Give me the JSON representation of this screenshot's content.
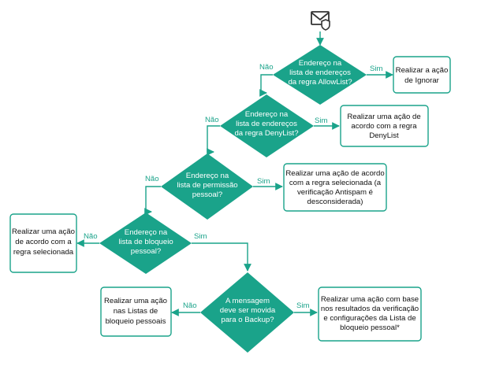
{
  "colors": {
    "teal": "#1aa38a",
    "box_border": "#1aa38a",
    "icon": "#333333"
  },
  "start_icon": "mail-shield-icon",
  "decisions": {
    "d1": [
      "Endereço na",
      "lista de endereços",
      "da regra AllowList?"
    ],
    "d2": [
      "Endereço na",
      "lista de endereços",
      "da regra DenyList?"
    ],
    "d3": [
      "Endereço na",
      "lista de permissão",
      "pessoal?"
    ],
    "d4": [
      "Endereço na",
      "lista de bloqueio",
      "pessoal?"
    ],
    "d5": [
      "A mensagem",
      "deve ser movida",
      "para o Backup?"
    ]
  },
  "actions": {
    "a1": [
      "Realizar a ação",
      "de Ignorar"
    ],
    "a2": [
      "Realizar uma ação de",
      "acordo com a regra",
      "DenyList"
    ],
    "a3": [
      "Realizar uma ação de acordo",
      "com a regra selecionada (a",
      "verificação Antispam é",
      "desconsiderada)"
    ],
    "a4": [
      "Realizar uma ação",
      "de acordo com a",
      "regra selecionada"
    ],
    "a5": [
      "Realizar uma ação",
      "nas Listas de",
      "bloqueio pessoais"
    ],
    "a6": [
      "Realizar uma ação com base",
      "nos resultados da verificação",
      "e configurações da Lista de",
      "bloqueio pessoal*"
    ]
  },
  "labels": {
    "yes1": "Sim",
    "no1": "Não",
    "yes2": "Sim",
    "no2": "Não",
    "yes3": "Sim",
    "no3": "Não",
    "yes4": "Sim",
    "no4": "Não",
    "yes5": "Sim",
    "no5": "Não"
  }
}
